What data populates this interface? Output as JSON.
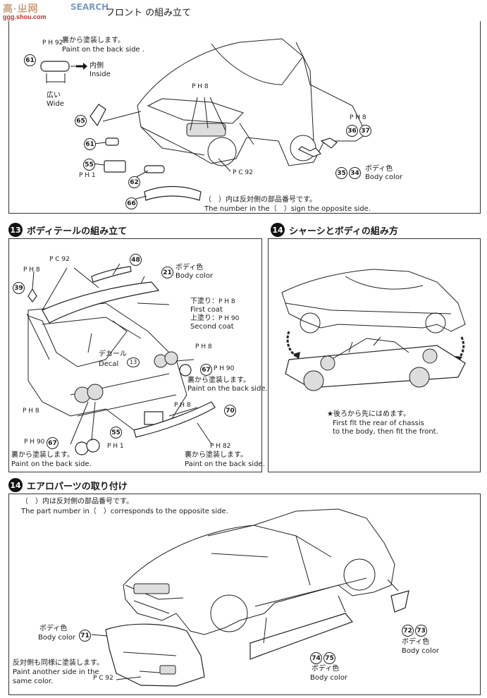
{
  "watermark": {
    "logo": "高·ㄓ网",
    "small": "ggg.shou.com",
    "site": "SEARCH"
  },
  "top": {
    "title_fragment": "フロント の組み立て",
    "back_paint": {
      "code": "P H 92",
      "ja": "裏から塗装します。",
      "en": "Paint on the back side ."
    },
    "inside": {
      "ja": "内側",
      "en": "Inside"
    },
    "wide": {
      "ja": "広い",
      "en": "Wide"
    },
    "parts": [
      "61",
      "65",
      "61",
      "55",
      "62",
      "66",
      "36",
      "37",
      "35",
      "34"
    ],
    "codes": {
      "ph8_a": "P H 8",
      "ph8_b": "P H 8",
      "ph1": "P H 1",
      "pc92": "P C 92"
    },
    "body_color": {
      "ja": "ボディ色",
      "en": "Body color"
    },
    "note_ja": "（　）内は反対側の部品番号です。",
    "note_en": "The number in the（　）sign the opposite side."
  },
  "s13": {
    "num": "13",
    "title": "ボディテールの組み立て",
    "codes": {
      "pc92": "P C 92",
      "ph8": "P H 8",
      "ph8b": "P H 8",
      "ph8c": "P H 8",
      "ph8d": "P H 8",
      "ph90": "P H 90",
      "ph90b": "P H 90",
      "ph1": "P H 1",
      "ph82": "P H 82"
    },
    "parts": [
      "48",
      "21",
      "39",
      "67",
      "70",
      "55",
      "67"
    ],
    "body_color": {
      "ja": "ボディ色",
      "en": "Body color"
    },
    "undercoat": {
      "ja": "下塗り：",
      "code": "P H 8",
      "en": "First coat"
    },
    "topcoat": {
      "ja": "上塗り：",
      "code": "P H 90",
      "en": "Second coat"
    },
    "decal": {
      "ja": "デカール",
      "en": "Decal",
      "num": "13"
    },
    "back_paint_r": {
      "ja": "裏から塗装します。",
      "en": "Paint on the back side."
    },
    "back_paint_l": {
      "ja": "裏から塗装します。",
      "en": "Paint on the back side."
    },
    "back_paint_b": {
      "ja": "裏から塗装します。",
      "en": "Paint on the back side."
    }
  },
  "s14a": {
    "num": "14",
    "title": "シャーシとボディの組み方",
    "note_ja": "★後ろから先にはめます。",
    "note_en1": "First fit the rear of chassis",
    "note_en2": "to the body, then fit the front."
  },
  "s14b": {
    "num": "14",
    "title": "エアロパーツの取り付け",
    "note_ja": "（　）内は反対側の部品番号です。",
    "note_en": "The part number in（　）corresponds to the opposite side.",
    "parts": {
      "p71": "71",
      "p72": "72",
      "p73": "73",
      "p74": "74",
      "p75": "75"
    },
    "body_color_l": {
      "ja": "ボディ色",
      "en": "Body color"
    },
    "body_color_r": {
      "ja": "ボディ色",
      "en": "Body color"
    },
    "body_color_b": {
      "ja": "ボディ色",
      "en": "Body color"
    },
    "other_side": {
      "ja": "反対側も同様に塗装します。",
      "en1": "Paint another side in the",
      "en2": "same color."
    },
    "pc92": "P C 92"
  }
}
